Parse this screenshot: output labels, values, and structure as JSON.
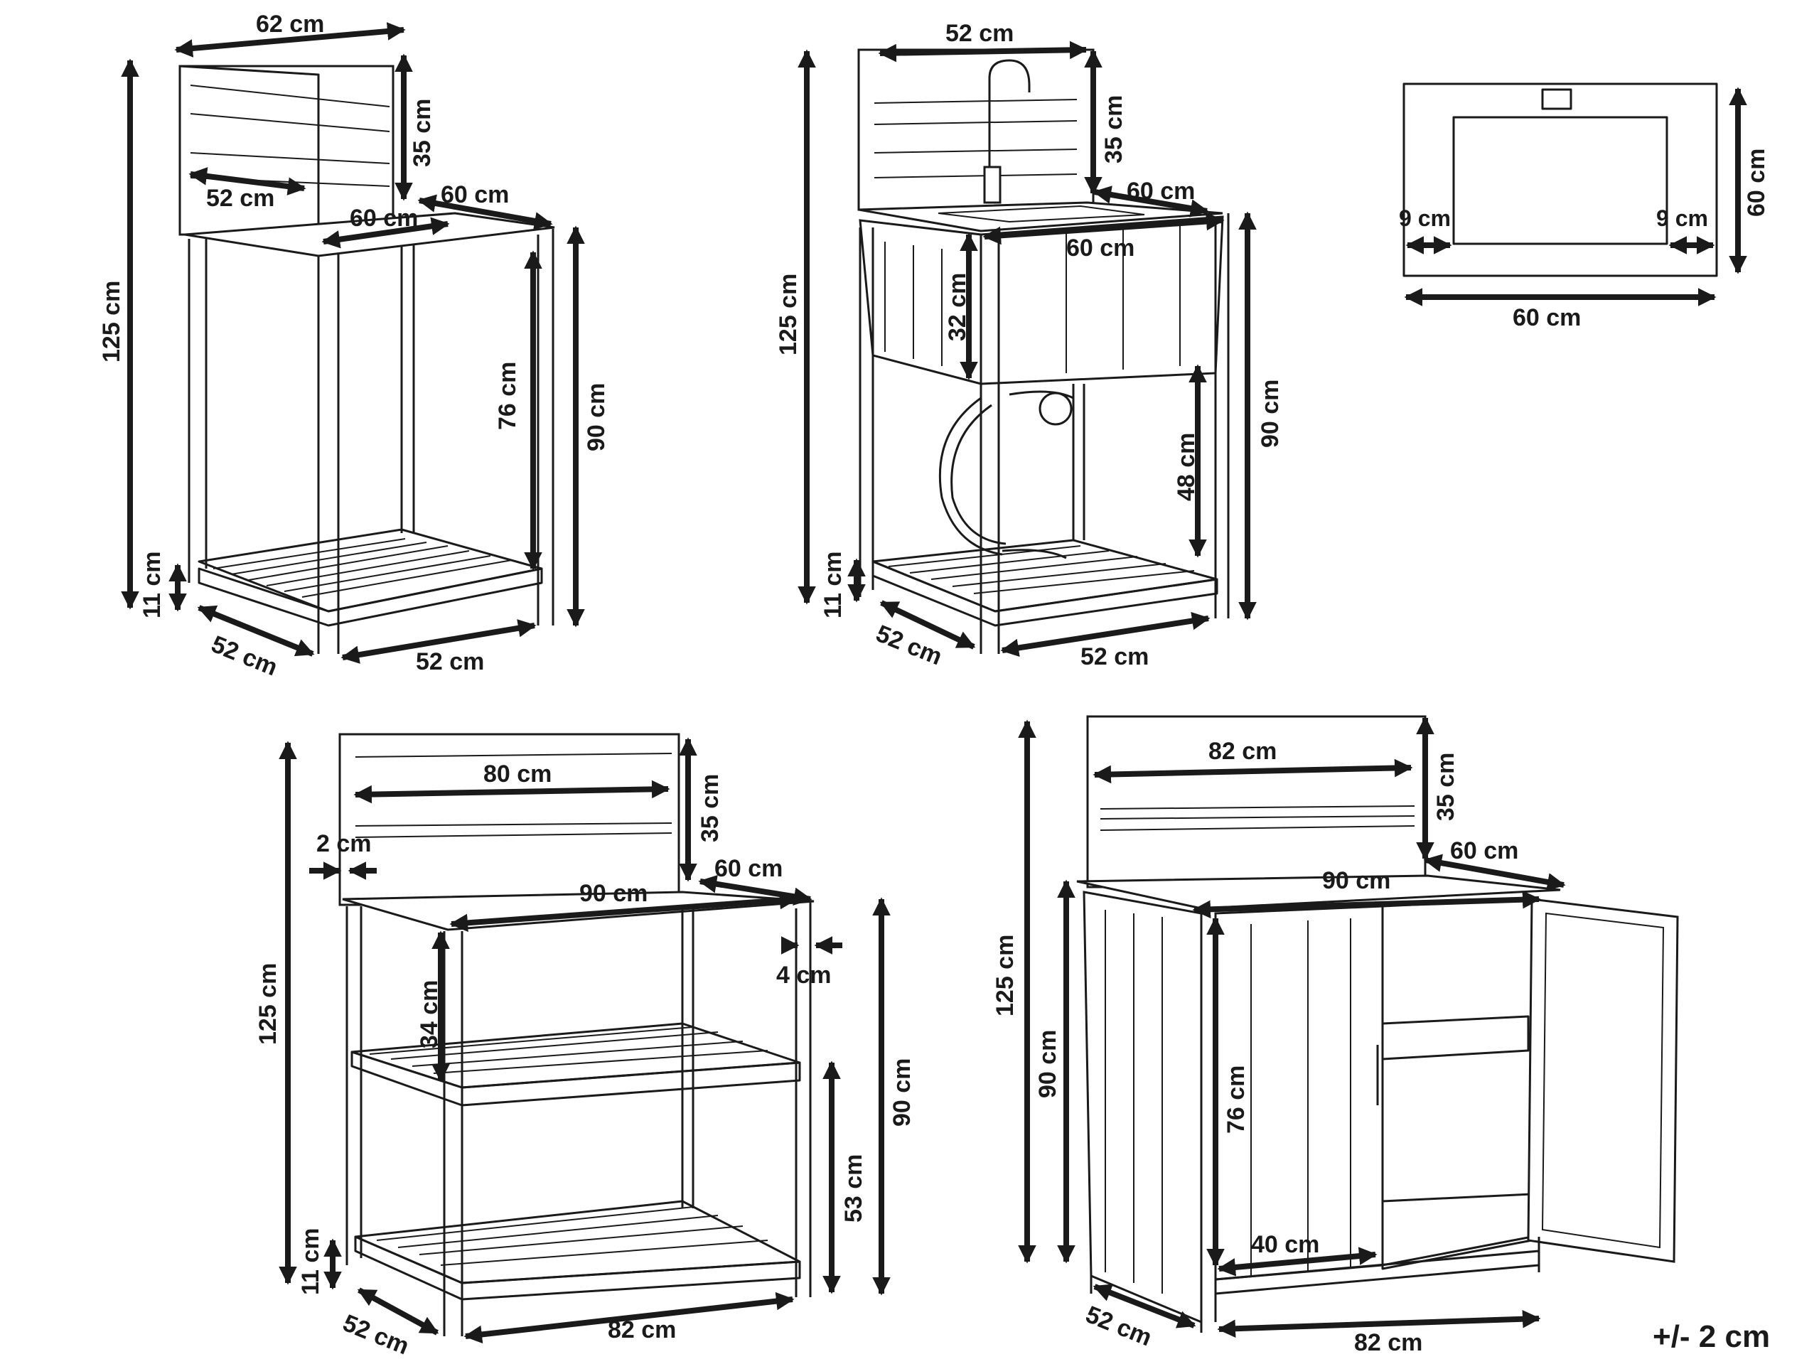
{
  "tolerance": "+/- 2 cm",
  "units": {
    "a": {
      "total_height": "125 cm",
      "back_height": "35 cm",
      "back_width": "62 cm",
      "back_inner": "52 cm",
      "top_depth": "60 cm",
      "top_width": "60 cm",
      "leg_height": "76 cm",
      "counter_height": "90 cm",
      "shelf_height": "11 cm",
      "base_depth": "52 cm",
      "base_width": "52 cm"
    },
    "b": {
      "total_height": "125 cm",
      "back_height": "35 cm",
      "back_width": "52 cm",
      "top_depth": "60 cm",
      "top_width": "60 cm",
      "sink_depth": "32 cm",
      "under_height": "48 cm",
      "counter_height": "90 cm",
      "shelf_height": "11 cm",
      "base_depth": "52 cm",
      "base_width": "52 cm"
    },
    "sink_plan": {
      "height": "60 cm",
      "margin_left": "9 cm",
      "margin_right": "9 cm",
      "width": "60 cm"
    },
    "c": {
      "back_width": "80 cm",
      "back_height": "35 cm",
      "back_thickness": "2 cm",
      "top_depth": "60 cm",
      "top_width": "90 cm",
      "top_overhang": "4 cm",
      "total_height": "125 cm",
      "shelf_gap": "34 cm",
      "lower_height": "53 cm",
      "counter_height": "90 cm",
      "shelf_height": "11 cm",
      "base_depth": "52 cm",
      "base_width": "82 cm"
    },
    "d": {
      "back_width": "82 cm",
      "back_height": "35 cm",
      "top_depth": "60 cm",
      "top_width": "90 cm",
      "total_height": "125 cm",
      "counter_height": "90 cm",
      "door_height": "76 cm",
      "inner_width": "40 cm",
      "base_depth": "52 cm",
      "base_width": "82 cm"
    }
  }
}
